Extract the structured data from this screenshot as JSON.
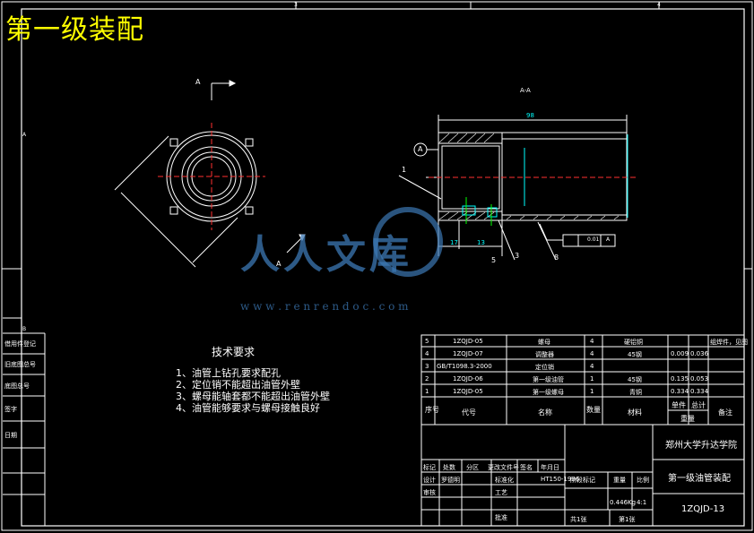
{
  "title": "第一级装配",
  "border_marks": {
    "top": [
      "3",
      "4"
    ],
    "left": [
      "A",
      "B"
    ]
  },
  "views": {
    "section_label": "A-A",
    "cut_letter_top": "A",
    "cut_letter_bottom": "A",
    "datum_label": "A",
    "dim_length": "98",
    "dim_17": "17",
    "dim_13": "13",
    "tolerance_value": "0.01",
    "tolerance_ref": "A",
    "callouts": [
      "1",
      "3",
      "5",
      "8"
    ]
  },
  "tech_requirements": {
    "heading": "技术要求",
    "items": [
      "1、油管上钻孔要求配孔",
      "2、定位销不能超出油管外壁",
      "3、螺母能轴套都不能超出油管外壁",
      "4、油管能够要求与螺母接触良好"
    ]
  },
  "bom": {
    "rows": [
      {
        "no": "5",
        "code": "1ZQJD-05",
        "name": "螺母",
        "qty": "4",
        "material": "硬铝铜",
        "note": "组焊件，见图"
      },
      {
        "no": "4",
        "code": "1ZQJD-07",
        "name": "调整器",
        "qty": "4",
        "material": "45钢",
        "unit": "0.009",
        "total": "0.036"
      },
      {
        "no": "3",
        "code": "GB/T1098.3-2000",
        "name": "定位销",
        "qty": "4"
      },
      {
        "no": "2",
        "code": "1ZQJD-06",
        "name": "第一级油管",
        "qty": "1",
        "material": "45钢",
        "unit": "0.135",
        "total": "0.053"
      },
      {
        "no": "1",
        "code": "1ZQJD-05",
        "name": "第一级螺母",
        "qty": "1",
        "material": "青铜",
        "unit": "0.334",
        "total": "0.334"
      }
    ],
    "header": {
      "no": "序号",
      "code": "代号",
      "name": "名称",
      "qty": "数量",
      "material": "材料",
      "unit": "单件",
      "total": "总计",
      "weight": "重量",
      "note": "备注"
    }
  },
  "title_block": {
    "school": "郑州大学升达学院",
    "drawing_name": "第一级油管装配",
    "drawing_no": "1ZQJD-13",
    "labels": [
      "标记",
      "处数",
      "分区",
      "更改文件号",
      "签名",
      "年月日",
      "设计",
      "罗德明",
      "标准化",
      "审核",
      "工艺",
      "批准"
    ],
    "stage_label": "阶段标记",
    "weight_label": "重量",
    "scale_label": "比例",
    "weight_value": "0.446Kg",
    "scale_value": "4:1",
    "sheets": "共1张",
    "sheet": "第1张",
    "standard": "HT150-1996"
  },
  "side_labels": [
    "借用件登记",
    "旧底图总号",
    "底图总号",
    "签字",
    "日期"
  ],
  "watermark": {
    "text": "人人文库",
    "url": "w w w . r e n r e n d o c . c o m"
  },
  "colors": {
    "background": "#000000",
    "lines": "#ffffff",
    "title": "#ffff00",
    "dims": "#00ffff",
    "center": "#ff3030",
    "watermark": "#3c78b4"
  }
}
